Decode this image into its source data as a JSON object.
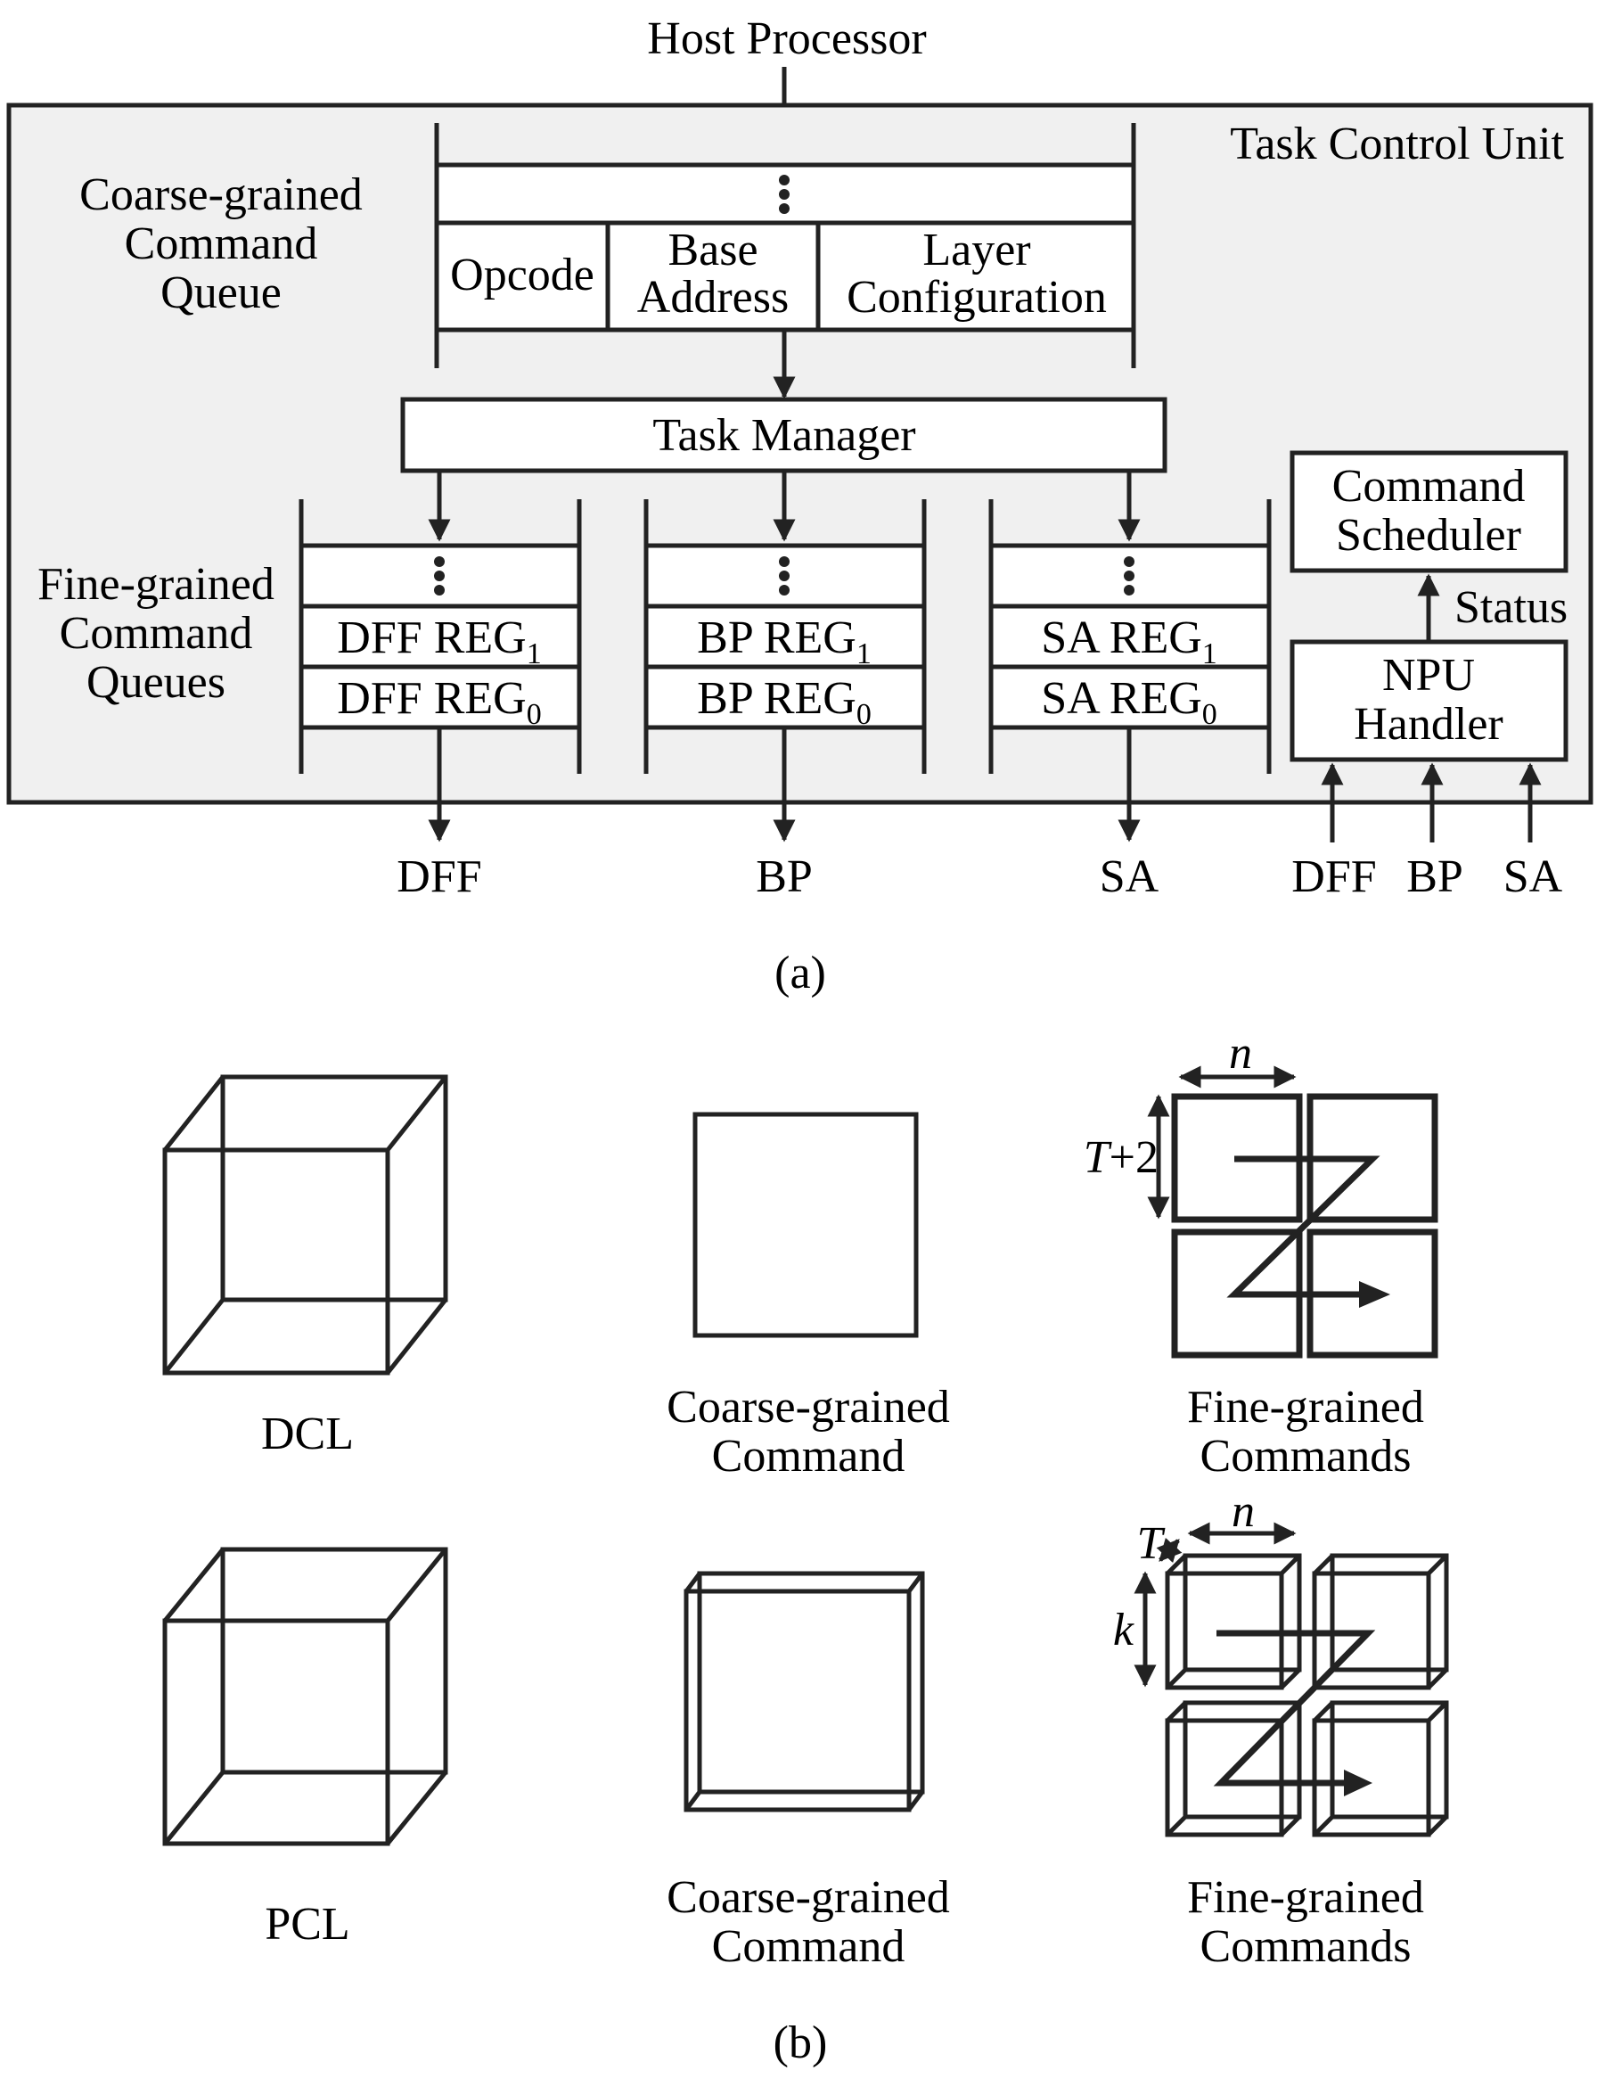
{
  "part_a": {
    "host_processor": "Host Processor",
    "task_control_unit": "Task Control Unit",
    "coarse_queue_label": [
      "Coarse-grained",
      "Command",
      "Queue"
    ],
    "opcode": "Opcode",
    "base_address": [
      "Base",
      "Address"
    ],
    "layer_configuration": [
      "Layer",
      "Configuration"
    ],
    "task_manager": "Task Manager",
    "fine_queue_label": [
      "Fine-grained",
      "Command",
      "Queues"
    ],
    "queues": [
      {
        "reg1": "DFF REG",
        "reg0": "DFF REG",
        "output": "DFF"
      },
      {
        "reg1": "BP REG",
        "reg0": "BP REG",
        "output": "BP"
      },
      {
        "reg1": "SA REG",
        "reg0": "SA REG",
        "output": "SA"
      }
    ],
    "sub1": "1",
    "sub0": "0",
    "command_scheduler": [
      "Command",
      "Scheduler"
    ],
    "status": "Status",
    "npu_handler": [
      "NPU",
      "Handler"
    ],
    "handler_inputs": [
      "DFF",
      "BP",
      "SA"
    ],
    "caption": "(a)"
  },
  "part_b": {
    "row1": {
      "left": "DCL",
      "middle": [
        "Coarse-grained",
        "Command"
      ],
      "right": [
        "Fine-grained",
        "Commands"
      ]
    },
    "row2": {
      "left": "PCL",
      "middle": [
        "Coarse-grained",
        "Command"
      ],
      "right": [
        "Fine-grained",
        "Commands"
      ]
    },
    "dim_n": "n",
    "dim_T": "T",
    "dim_plus2": "+2",
    "dim_k": "k",
    "caption": "(b)"
  }
}
